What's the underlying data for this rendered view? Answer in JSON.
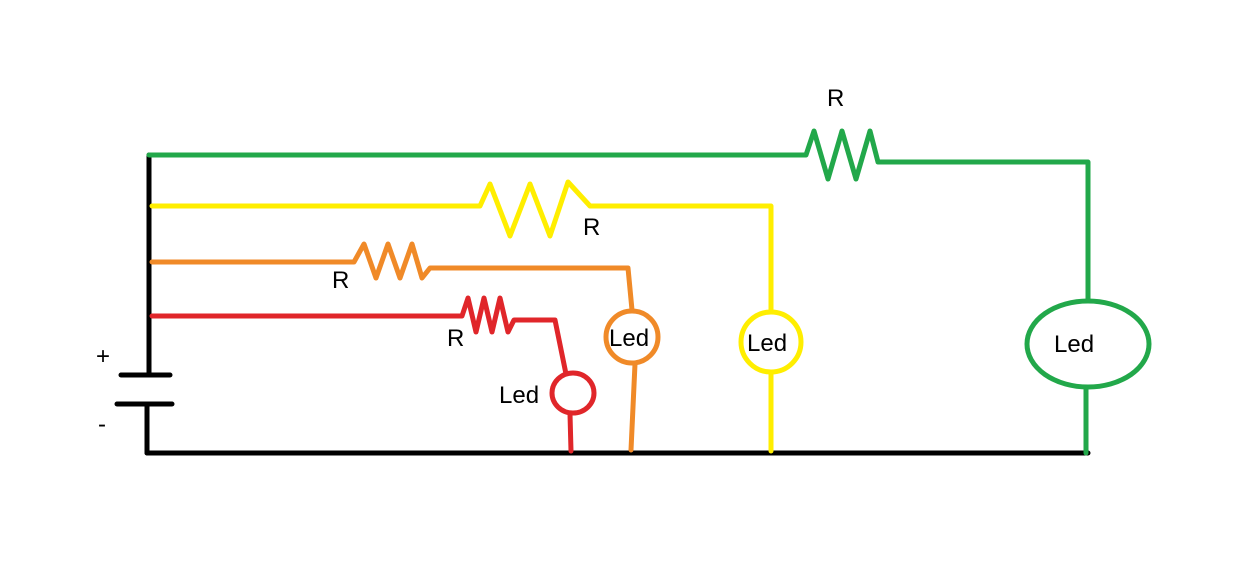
{
  "battery": {
    "plus_label": "+",
    "minus_label": "-"
  },
  "branches": [
    {
      "color": "#22a84a",
      "resistor_label": "R",
      "led_label": "Led"
    },
    {
      "color": "#ffee00",
      "resistor_label": "R",
      "led_label": "Led"
    },
    {
      "color": "#f08a28",
      "resistor_label": "R",
      "led_label": "Led"
    },
    {
      "color": "#e0262a",
      "resistor_label": "R",
      "led_label": "Led"
    }
  ],
  "colors": {
    "wire": "#000000",
    "background": "#ffffff"
  }
}
